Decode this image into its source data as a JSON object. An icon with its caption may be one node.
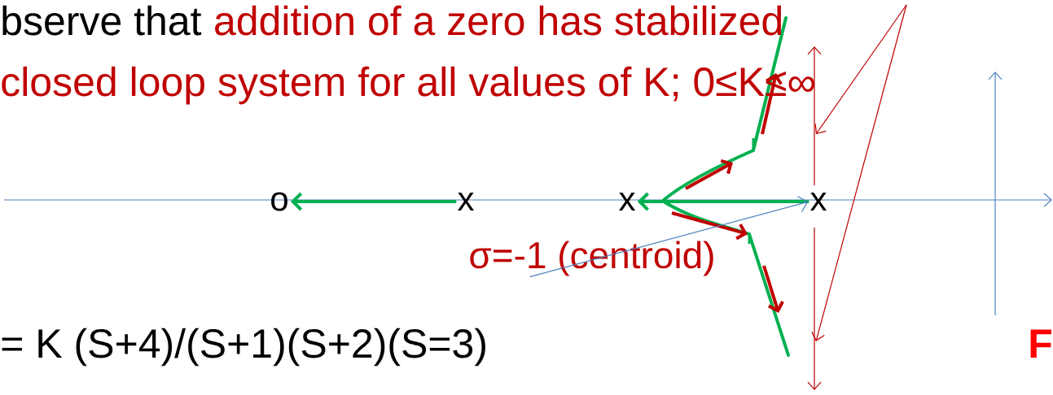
{
  "diagram": {
    "nodes": [
      {
        "text": [
          "o"
        ]
      },
      {
        "text": [
          "x"
        ]
      },
      {
        "text": [
          "x"
        ]
      },
      {
        "text": [
          "x"
        ]
      },
      {
        "text": [
          "σ=-1 (centroid)"
        ]
      }
    ],
    "edges": [
      {
        "from": 1,
        "to": 0,
        "arrow": "to"
      },
      {
        "from": 3,
        "to": 2,
        "arrow": "to"
      },
      {
        "from": 4,
        "to": 3,
        "arrow": "to",
        "color": "#4f81bd"
      }
    ],
    "labels": [
      "bserve that",
      "addition of a zero has stabilized",
      "closed loop system for all values of K; 0≤K≤∞",
      "= K (S+4)/(S+1)(S+2)(S=3)",
      "F"
    ]
  }
}
